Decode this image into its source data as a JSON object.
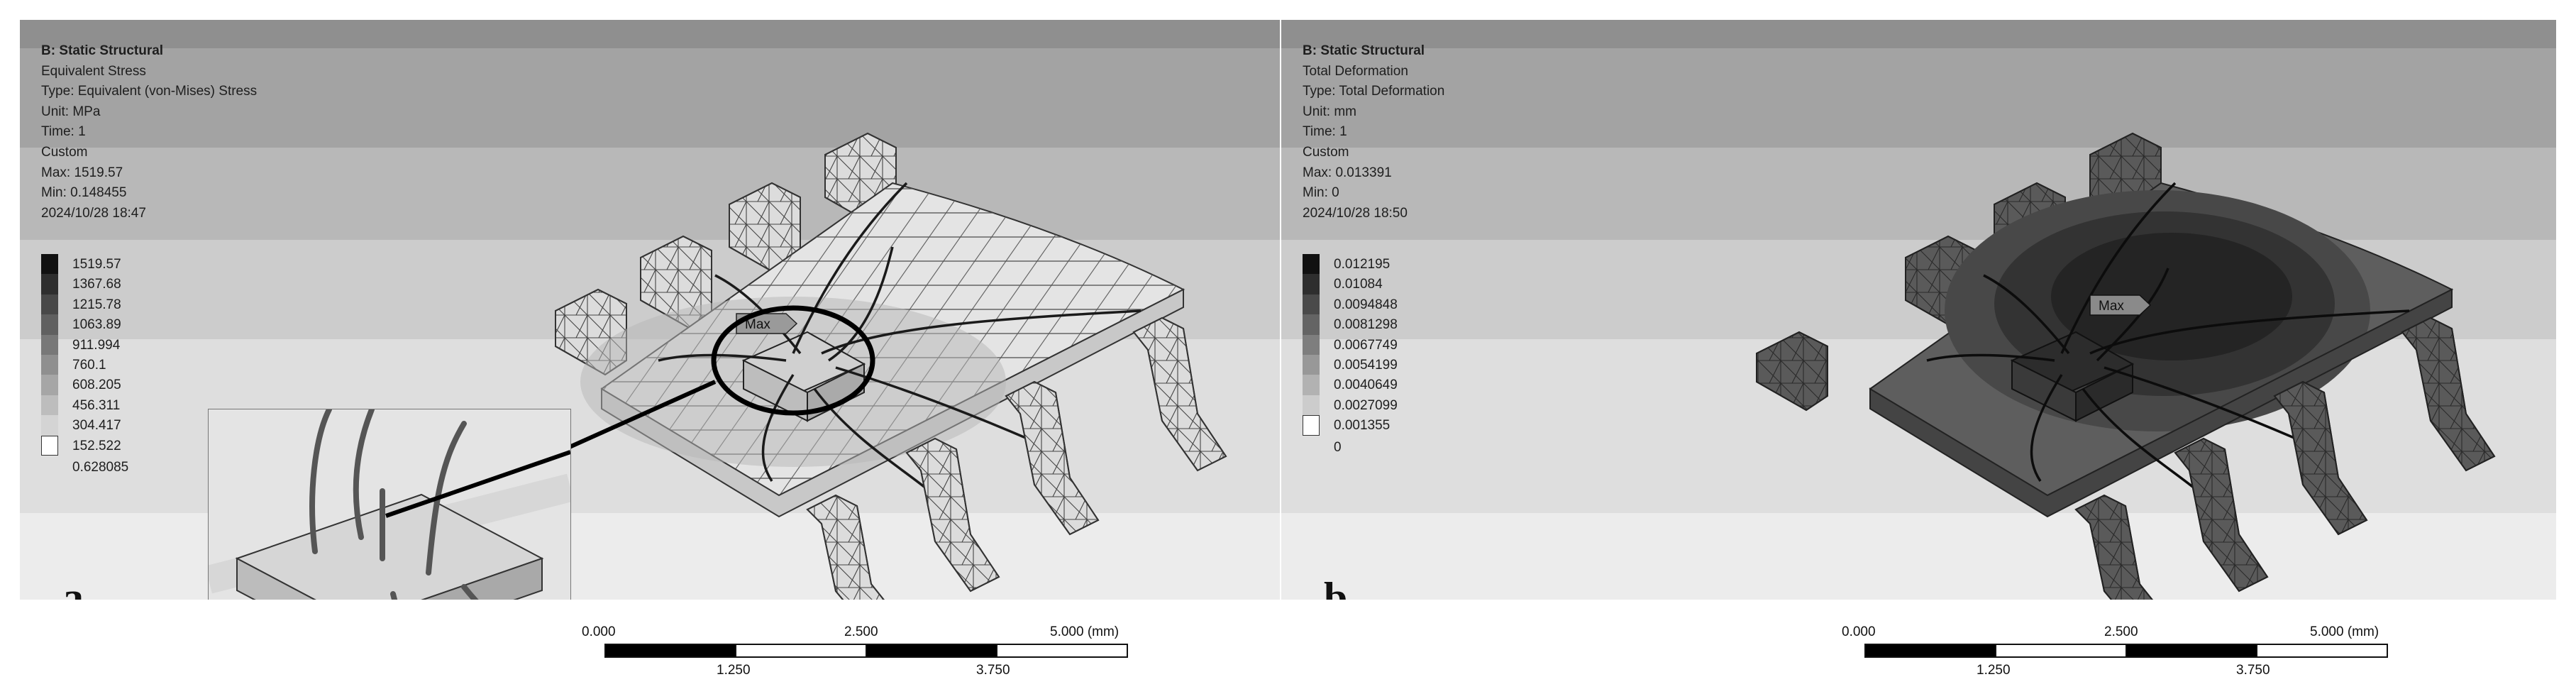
{
  "colors": {
    "background_bands": [
      "#8f8f8f",
      "#a3a3a3",
      "#b8b8b8",
      "#cccccc",
      "#dedede",
      "#ececec"
    ],
    "legend_dark": "#111111",
    "legend_light": "#ffffff"
  },
  "panel_a": {
    "info": {
      "title": "B: Static Structural",
      "result": "Equivalent Stress",
      "type": "Type: Equivalent (von-Mises) Stress",
      "unit": "Unit: MPa",
      "time": "Time: 1",
      "custom": "Custom",
      "max": "Max: 1519.57",
      "min": "Min: 0.148455",
      "date": "2024/10/28 18:47"
    },
    "legend": [
      "1519.57",
      "1367.68",
      "1215.78",
      "1063.89",
      "911.994",
      "760.1",
      "608.205",
      "456.311",
      "304.417",
      "152.522",
      "0.628085"
    ],
    "max_tag": "Max",
    "figure_label": "a",
    "scale": {
      "t0": "0.000",
      "t1": "2.500",
      "t2": "5.000 (mm)",
      "b0": "1.250",
      "b1": "3.750"
    }
  },
  "panel_b": {
    "info": {
      "title": "B: Static Structural",
      "result": "Total Deformation",
      "type": "Type: Total Deformation",
      "unit": "Unit: mm",
      "time": "Time: 1",
      "custom": "Custom",
      "max": "Max: 0.013391",
      "min": "Min: 0",
      "date": "2024/10/28 18:50"
    },
    "legend": [
      "0.012195",
      "0.01084",
      "0.0094848",
      "0.0081298",
      "0.0067749",
      "0.0054199",
      "0.0040649",
      "0.0027099",
      "0.001355",
      "0"
    ],
    "max_tag": "Max",
    "figure_label": "b",
    "scale": {
      "t0": "0.000",
      "t1": "2.500",
      "t2": "5.000 (mm)",
      "b0": "1.250",
      "b1": "3.750"
    }
  }
}
